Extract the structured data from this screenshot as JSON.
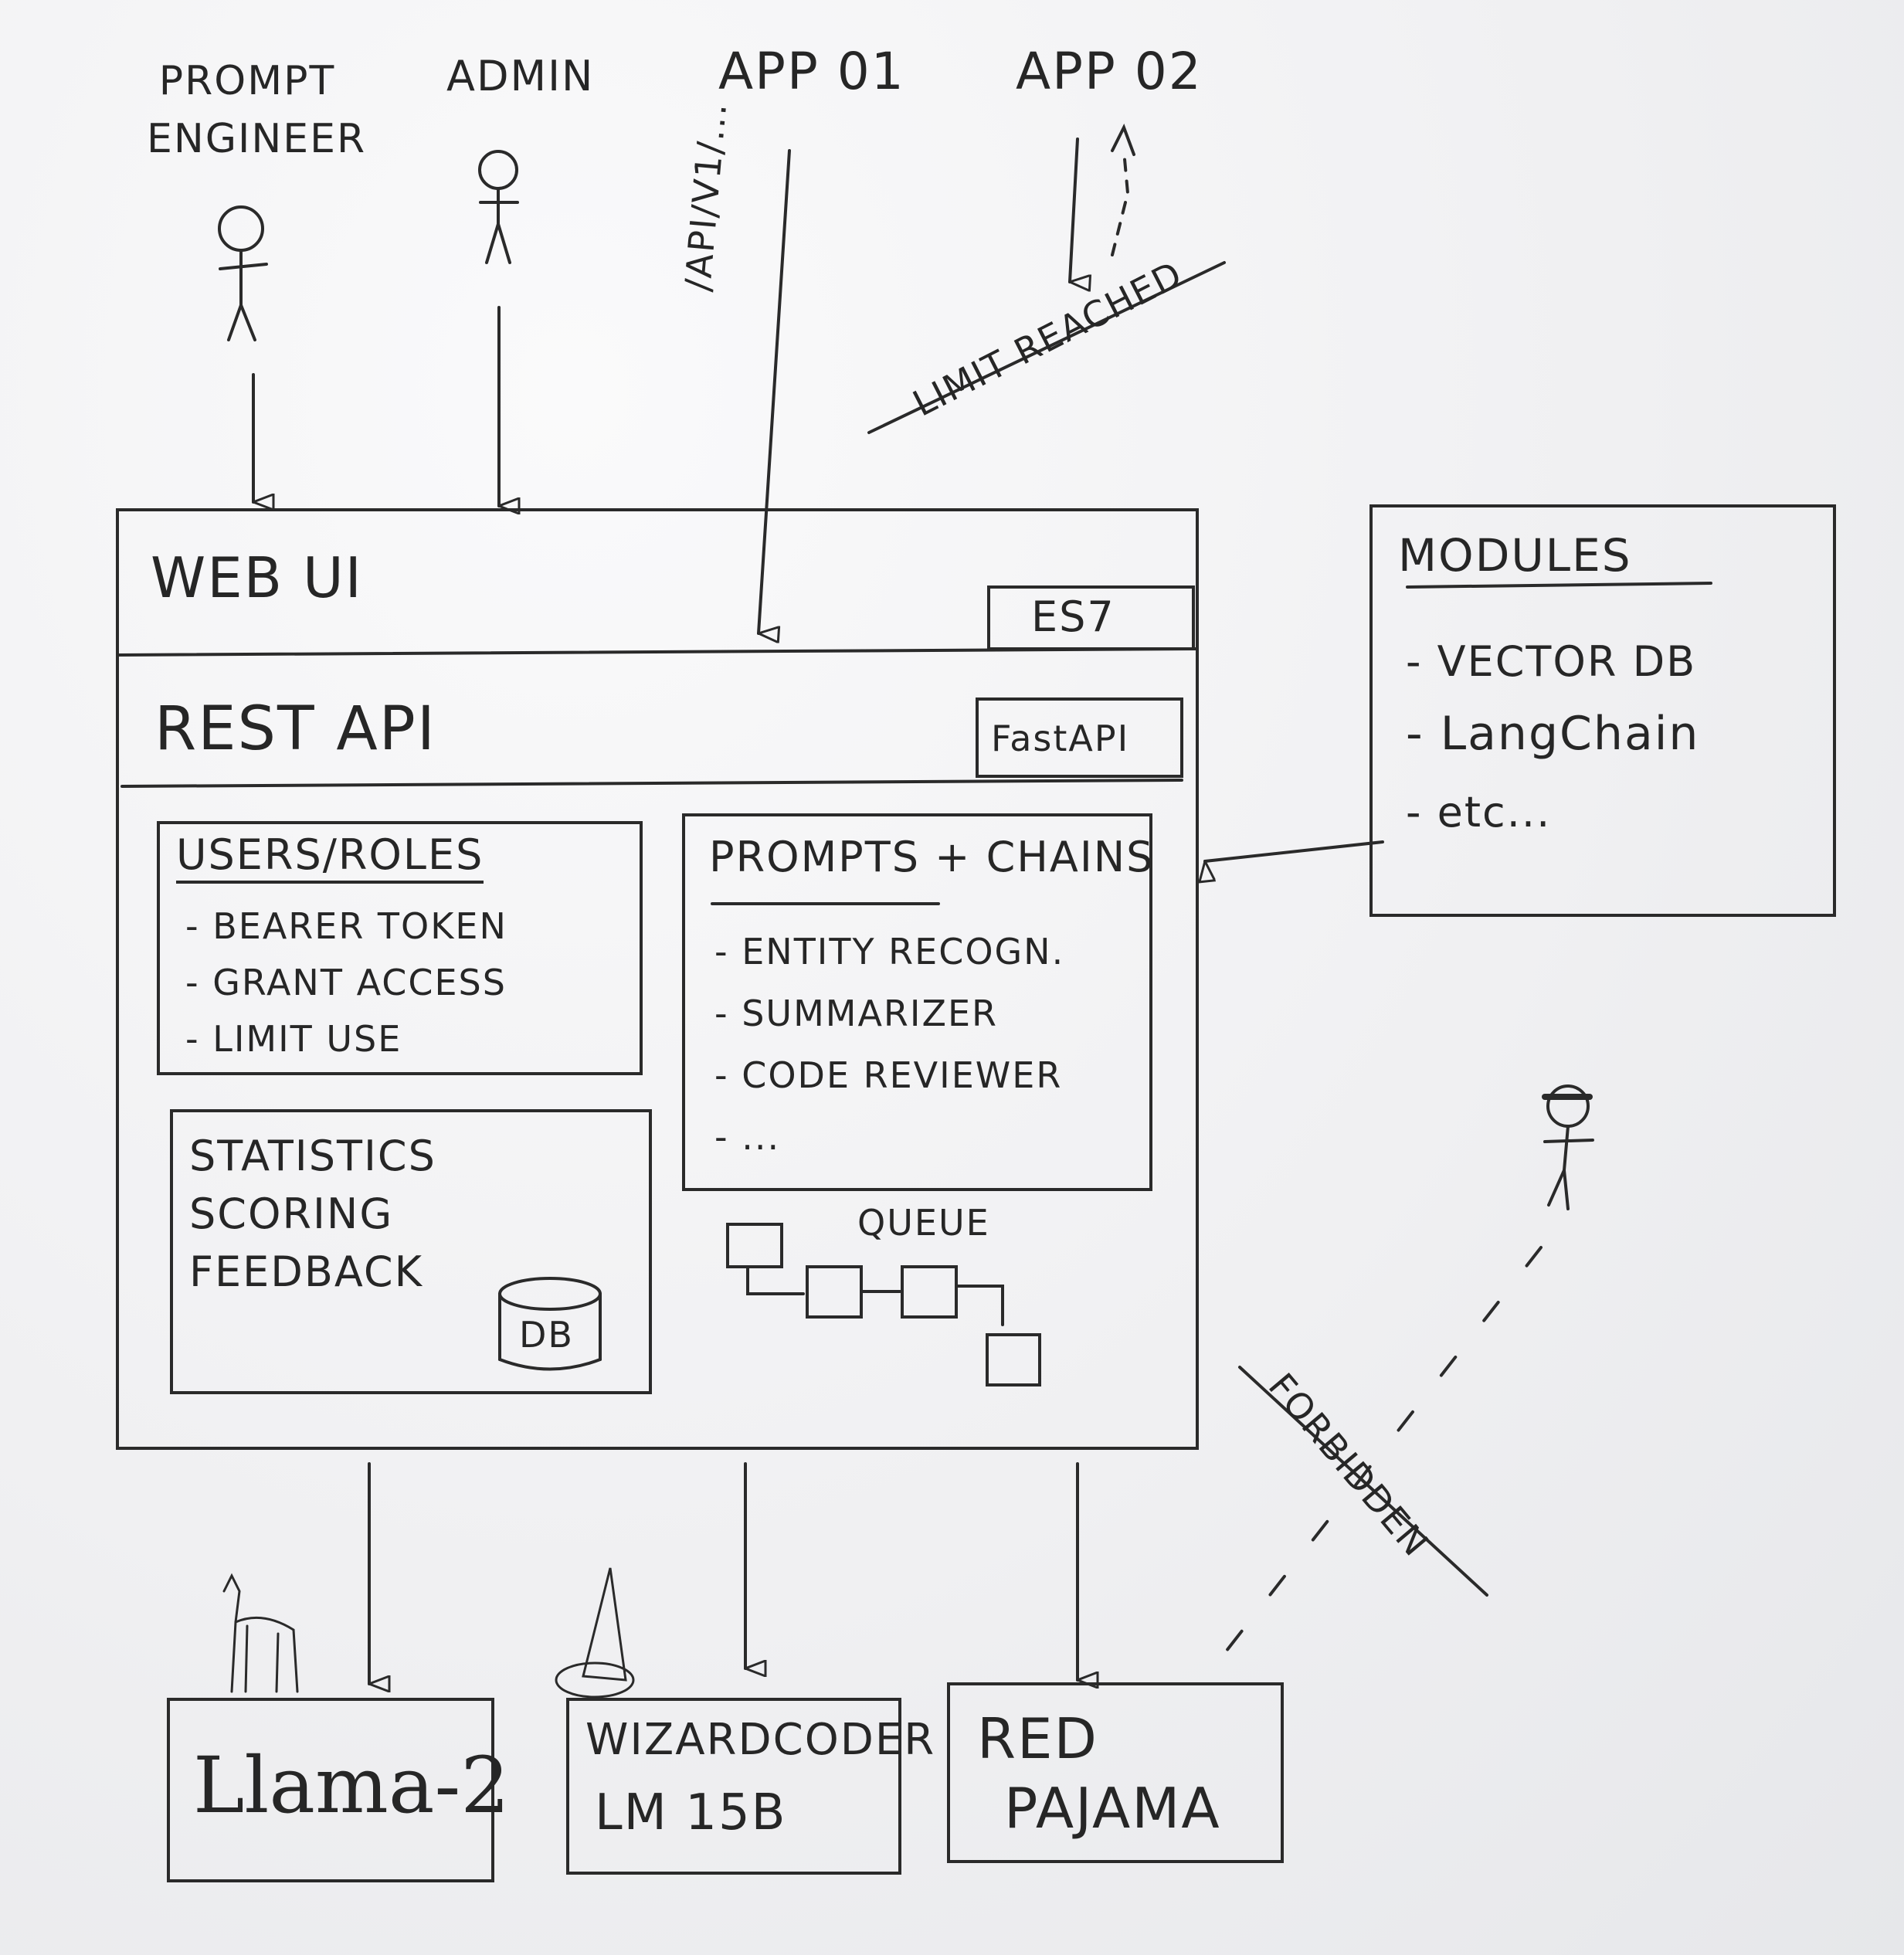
{
  "actors": {
    "prompt_engineer": "PROMPT ENGINEER",
    "admin": "ADMIN",
    "app01": "APP 01",
    "app02": "APP 02"
  },
  "api_path": "/API/V1/...",
  "limit_reached": "LIMIT REACHED",
  "web_ui": {
    "title": "WEB UI",
    "tech": "ES7"
  },
  "rest_api": {
    "title": "REST API",
    "tech": "FastAPI"
  },
  "users_roles": {
    "title": "USERS/ROLES",
    "items": [
      "- BEARER TOKEN",
      "- GRANT ACCESS",
      "- LIMIT USE"
    ]
  },
  "prompts_chains": {
    "title": "PROMPTS + CHAINS",
    "items": [
      "- ENTITY RECOGN.",
      "- SUMMARIZER",
      "- CODE REVIEWER",
      "- ..."
    ]
  },
  "stats": {
    "lines": [
      "STATISTICS",
      "SCORING",
      "FEEDBACK"
    ],
    "db": "DB"
  },
  "queue": "QUEUE",
  "modules": {
    "title": "MODULES",
    "items": [
      "- VECTOR DB",
      "- LangChain",
      "- etc..."
    ]
  },
  "forbidden": "FORBIDDEN",
  "models": {
    "llama": "Llama-2",
    "wizard_line1": "WIZARDCODER",
    "wizard_line2": "LM 15B",
    "redpajama_line1": "RED",
    "redpajama_line2": "PAJAMA"
  }
}
